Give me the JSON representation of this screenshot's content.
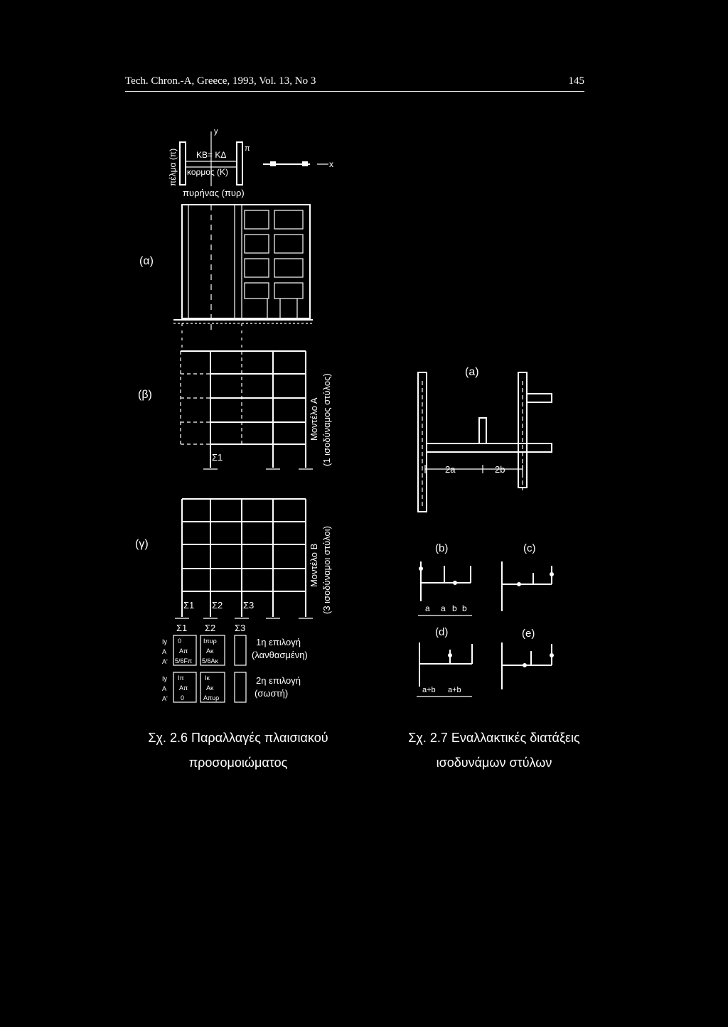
{
  "header": {
    "running_head": "Tech. Chron.-A, Greece, 1993, Vol. 13, No 3",
    "page_number": "145"
  },
  "figure_26": {
    "part_a": {
      "label": "(α)",
      "pelma": "πέλμα (π)",
      "kb": "ΚΒ= ΚΔ",
      "kormos": "κορμος (Κ)",
      "pyrinas": "πυρήνας (πυρ)",
      "axis_y": "y",
      "axis_x": "x",
      "pi_mark": "π"
    },
    "part_b": {
      "label": "(β)",
      "column": "Σ1",
      "model_title": "Μοντέλο Α",
      "model_note": "(1 ισοδύναμος στύλος)"
    },
    "part_c": {
      "label": "(γ)",
      "columns": [
        "Σ1",
        "Σ2",
        "Σ3"
      ],
      "model_title": "Μοντέλο Β",
      "model_note": "(3 ισοδύναμοι στύλοι)"
    },
    "table": {
      "headers": [
        "Σ1",
        "Σ2",
        "Σ3"
      ],
      "row_labels": [
        "Iy",
        "A",
        "A'"
      ],
      "row1_cells": [
        [
          "0",
          "Aπ",
          "5/6Fπ"
        ],
        [
          "Iπυρ",
          "Aκ",
          "5/6Aκ"
        ]
      ],
      "row2_cells": [
        [
          "Iπ",
          "Aπ",
          "0"
        ],
        [
          "Iκ",
          "Aκ",
          "Aπυρ"
        ]
      ],
      "choice1": "1η επιλογή",
      "choice1_note": "(λανθασμένη)",
      "choice2": "2η επιλογή",
      "choice2_note": "(σωστή)"
    }
  },
  "figure_27": {
    "part_a": {
      "label": "(a)",
      "dim_2a": "2a",
      "dim_2b": "2b"
    },
    "part_b": {
      "label": "(b)",
      "dims": [
        "a",
        "a",
        "b",
        "b"
      ]
    },
    "part_c": {
      "label": "(c)"
    },
    "part_d": {
      "label": "(d)",
      "dims": [
        "a+b",
        "a+b"
      ]
    },
    "part_e": {
      "label": "(e)"
    }
  },
  "captions": {
    "fig26_line1": "Σχ. 2.6 Παραλλαγές πλαισιακού",
    "fig26_line2": "προσομοιώματος",
    "fig27_line1": "Σχ. 2.7 Εναλλακτικές διατάξεις",
    "fig27_line2": "ισοδυνάμων στύλων"
  }
}
